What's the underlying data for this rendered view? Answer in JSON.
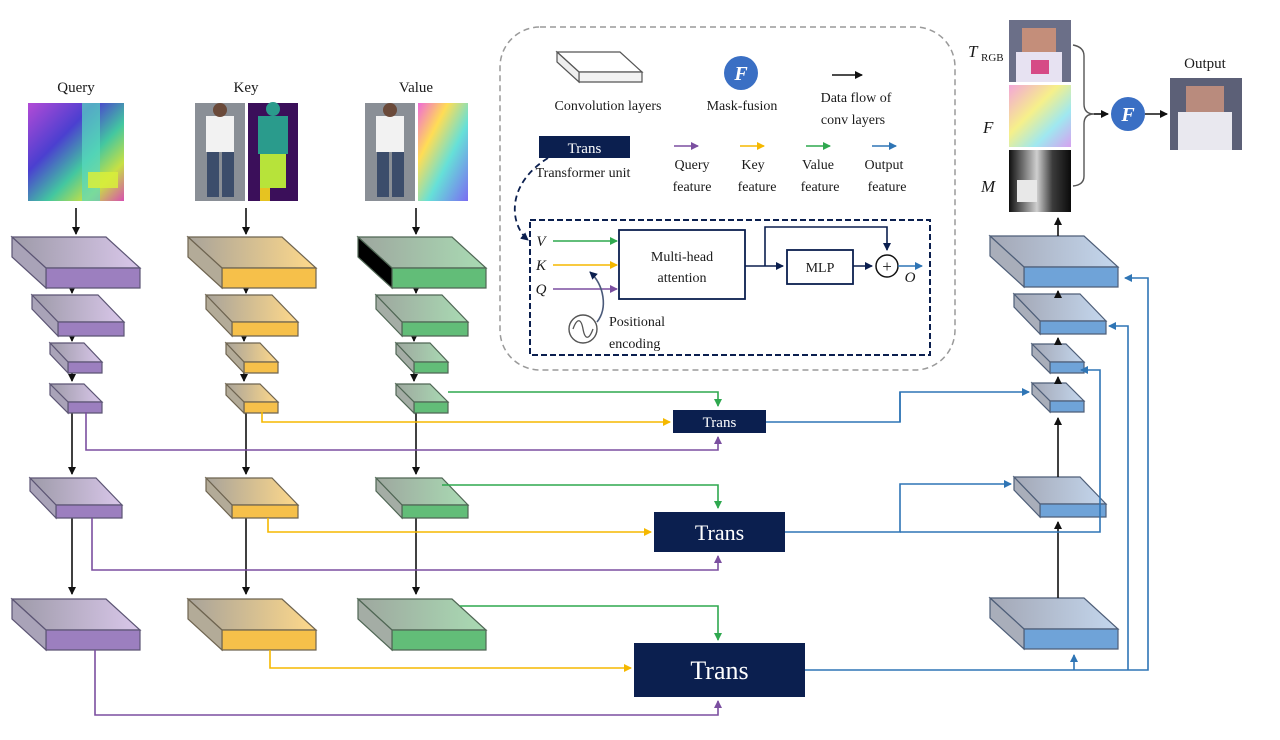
{
  "columns": {
    "query": "Query",
    "key": "Key",
    "value": "Value"
  },
  "output_label": "Output",
  "side_labels": {
    "t_main": "T",
    "t_sub": "RGB",
    "f": "F",
    "m": "M"
  },
  "legend": {
    "conv_layers": "Convolution layers",
    "mask_fusion": "Mask-fusion",
    "mask_fusion_symbol": "F",
    "data_flow_line1": "Data flow of",
    "data_flow_line2": "conv layers",
    "trans_box": "Trans",
    "transformer_unit": "Transformer unit",
    "query_feature_1": "Query",
    "query_feature_2": "feature",
    "key_feature_1": "Key",
    "key_feature_2": "feature",
    "value_feature_1": "Value",
    "value_feature_2": "feature",
    "output_feature_1": "Output",
    "output_feature_2": "feature"
  },
  "transformer_detail": {
    "v": "V",
    "k": "K",
    "q": "Q",
    "mha_line1": "Multi-head",
    "mha_line2": "attention",
    "mlp": "MLP",
    "plus": "+",
    "o": "O",
    "pos_line1": "Positional",
    "pos_line2": "encoding"
  },
  "trans_blocks": [
    "Trans",
    "Trans",
    "Trans"
  ],
  "fusion_symbol": "F",
  "colors": {
    "query": "#7b4fa0",
    "key": "#f5b800",
    "value": "#2fa84f",
    "output": "#2f75b5",
    "trans": "#0b1f4f",
    "fusion": "#3a6fc4"
  }
}
